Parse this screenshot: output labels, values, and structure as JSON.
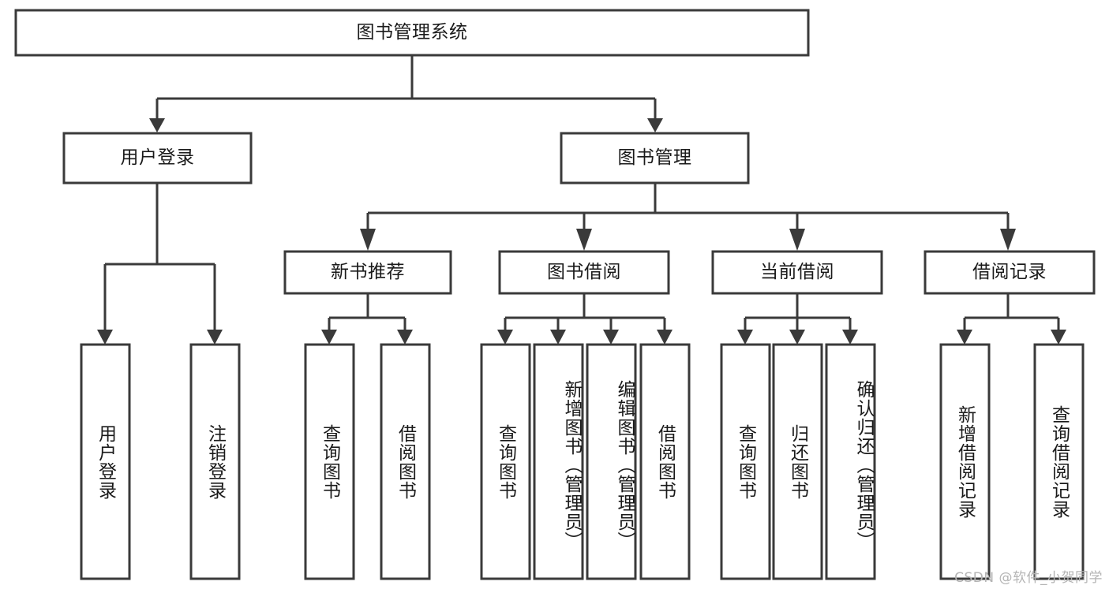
{
  "diagram": {
    "type": "tree-hierarchy",
    "title": "图书管理系统",
    "orientation": "top-down",
    "colors": {
      "box_stroke": "#3a3a3a",
      "box_fill": "#ffffff",
      "text": "#1a1a1a",
      "background": "#ffffff",
      "watermark": "#b4b4b4"
    },
    "root": {
      "label": "图书管理系统"
    },
    "level1": [
      {
        "label": "用户登录"
      },
      {
        "label": "图书管理"
      }
    ],
    "level2": [
      {
        "label": "新书推荐"
      },
      {
        "label": "图书借阅"
      },
      {
        "label": "当前借阅"
      },
      {
        "label": "借阅记录"
      }
    ],
    "leaves": {
      "user_login": [
        {
          "label": "用户登录"
        },
        {
          "label": "注销登录"
        }
      ],
      "new_book_recommend": [
        {
          "label": "查询图书"
        },
        {
          "label": "借阅图书"
        }
      ],
      "book_borrow": [
        {
          "label": "查询图书"
        },
        {
          "label": "新增图书（管理员）"
        },
        {
          "label": "编辑图书（管理员）"
        },
        {
          "label": "借阅图书"
        }
      ],
      "current_borrow": [
        {
          "label": "查询图书"
        },
        {
          "label": "归还图书"
        },
        {
          "label": "确认归还（管理员）"
        }
      ],
      "borrow_record": [
        {
          "label": "新增借阅记录"
        },
        {
          "label": "查询借阅记录"
        }
      ]
    }
  },
  "watermark": {
    "text": "CSDN @软件_小贺同学"
  }
}
